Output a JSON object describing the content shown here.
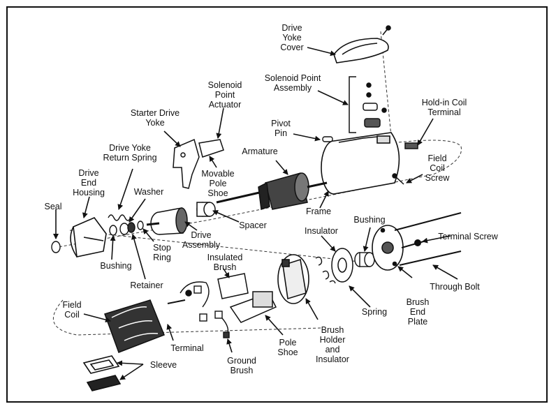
{
  "labels": {
    "drive_yoke_cover": [
      "Drive",
      "Yoke",
      "Cover"
    ],
    "solenoid_point_assembly": [
      "Solenoid Point",
      "Assembly"
    ],
    "hold_in_coil_terminal": [
      "Hold-in Coil",
      "Terminal"
    ],
    "solenoid_point_actuator": [
      "Solenoid",
      "Point",
      "Actuator"
    ],
    "starter_drive_yoke": [
      "Starter Drive",
      "Yoke"
    ],
    "pivot_pin": [
      "Pivot",
      "Pin"
    ],
    "armature": [
      "Armature"
    ],
    "field_coil_screw": [
      "Field",
      "Coil",
      "Screw"
    ],
    "drive_yoke_return_spring": [
      "Drive Yoke",
      "Return Spring"
    ],
    "drive_end_housing": [
      "Drive",
      "End",
      "Housing"
    ],
    "washer": [
      "Washer"
    ],
    "movable_pole_shoe": [
      "Movable",
      "Pole",
      "Shoe"
    ],
    "frame": [
      "Frame"
    ],
    "seal": [
      "Seal"
    ],
    "spacer": [
      "Spacer"
    ],
    "bushing_top": [
      "Bushing"
    ],
    "insulator": [
      "Insulator"
    ],
    "terminal_screw": [
      "Terminal Screw"
    ],
    "drive_assembly": [
      "Drive",
      "Assembly"
    ],
    "bushing_left": [
      "Bushing"
    ],
    "stop_ring": [
      "Stop",
      "Ring"
    ],
    "insulated_brush": [
      "Insulated",
      "Brush"
    ],
    "retainer": [
      "Retainer"
    ],
    "through_bolt": [
      "Through Bolt"
    ],
    "field_coil": [
      "Field",
      "Coil"
    ],
    "spring": [
      "Spring"
    ],
    "brush_end_plate": [
      "Brush",
      "End",
      "Plate"
    ],
    "brush_holder_and_insulator": [
      "Brush",
      "Holder",
      "and",
      "Insulator"
    ],
    "terminal": [
      "Terminal"
    ],
    "pole_shoe": [
      "Pole",
      "Shoe"
    ],
    "ground_brush": [
      "Ground",
      "Brush"
    ],
    "sleeve": [
      "Sleeve"
    ]
  }
}
